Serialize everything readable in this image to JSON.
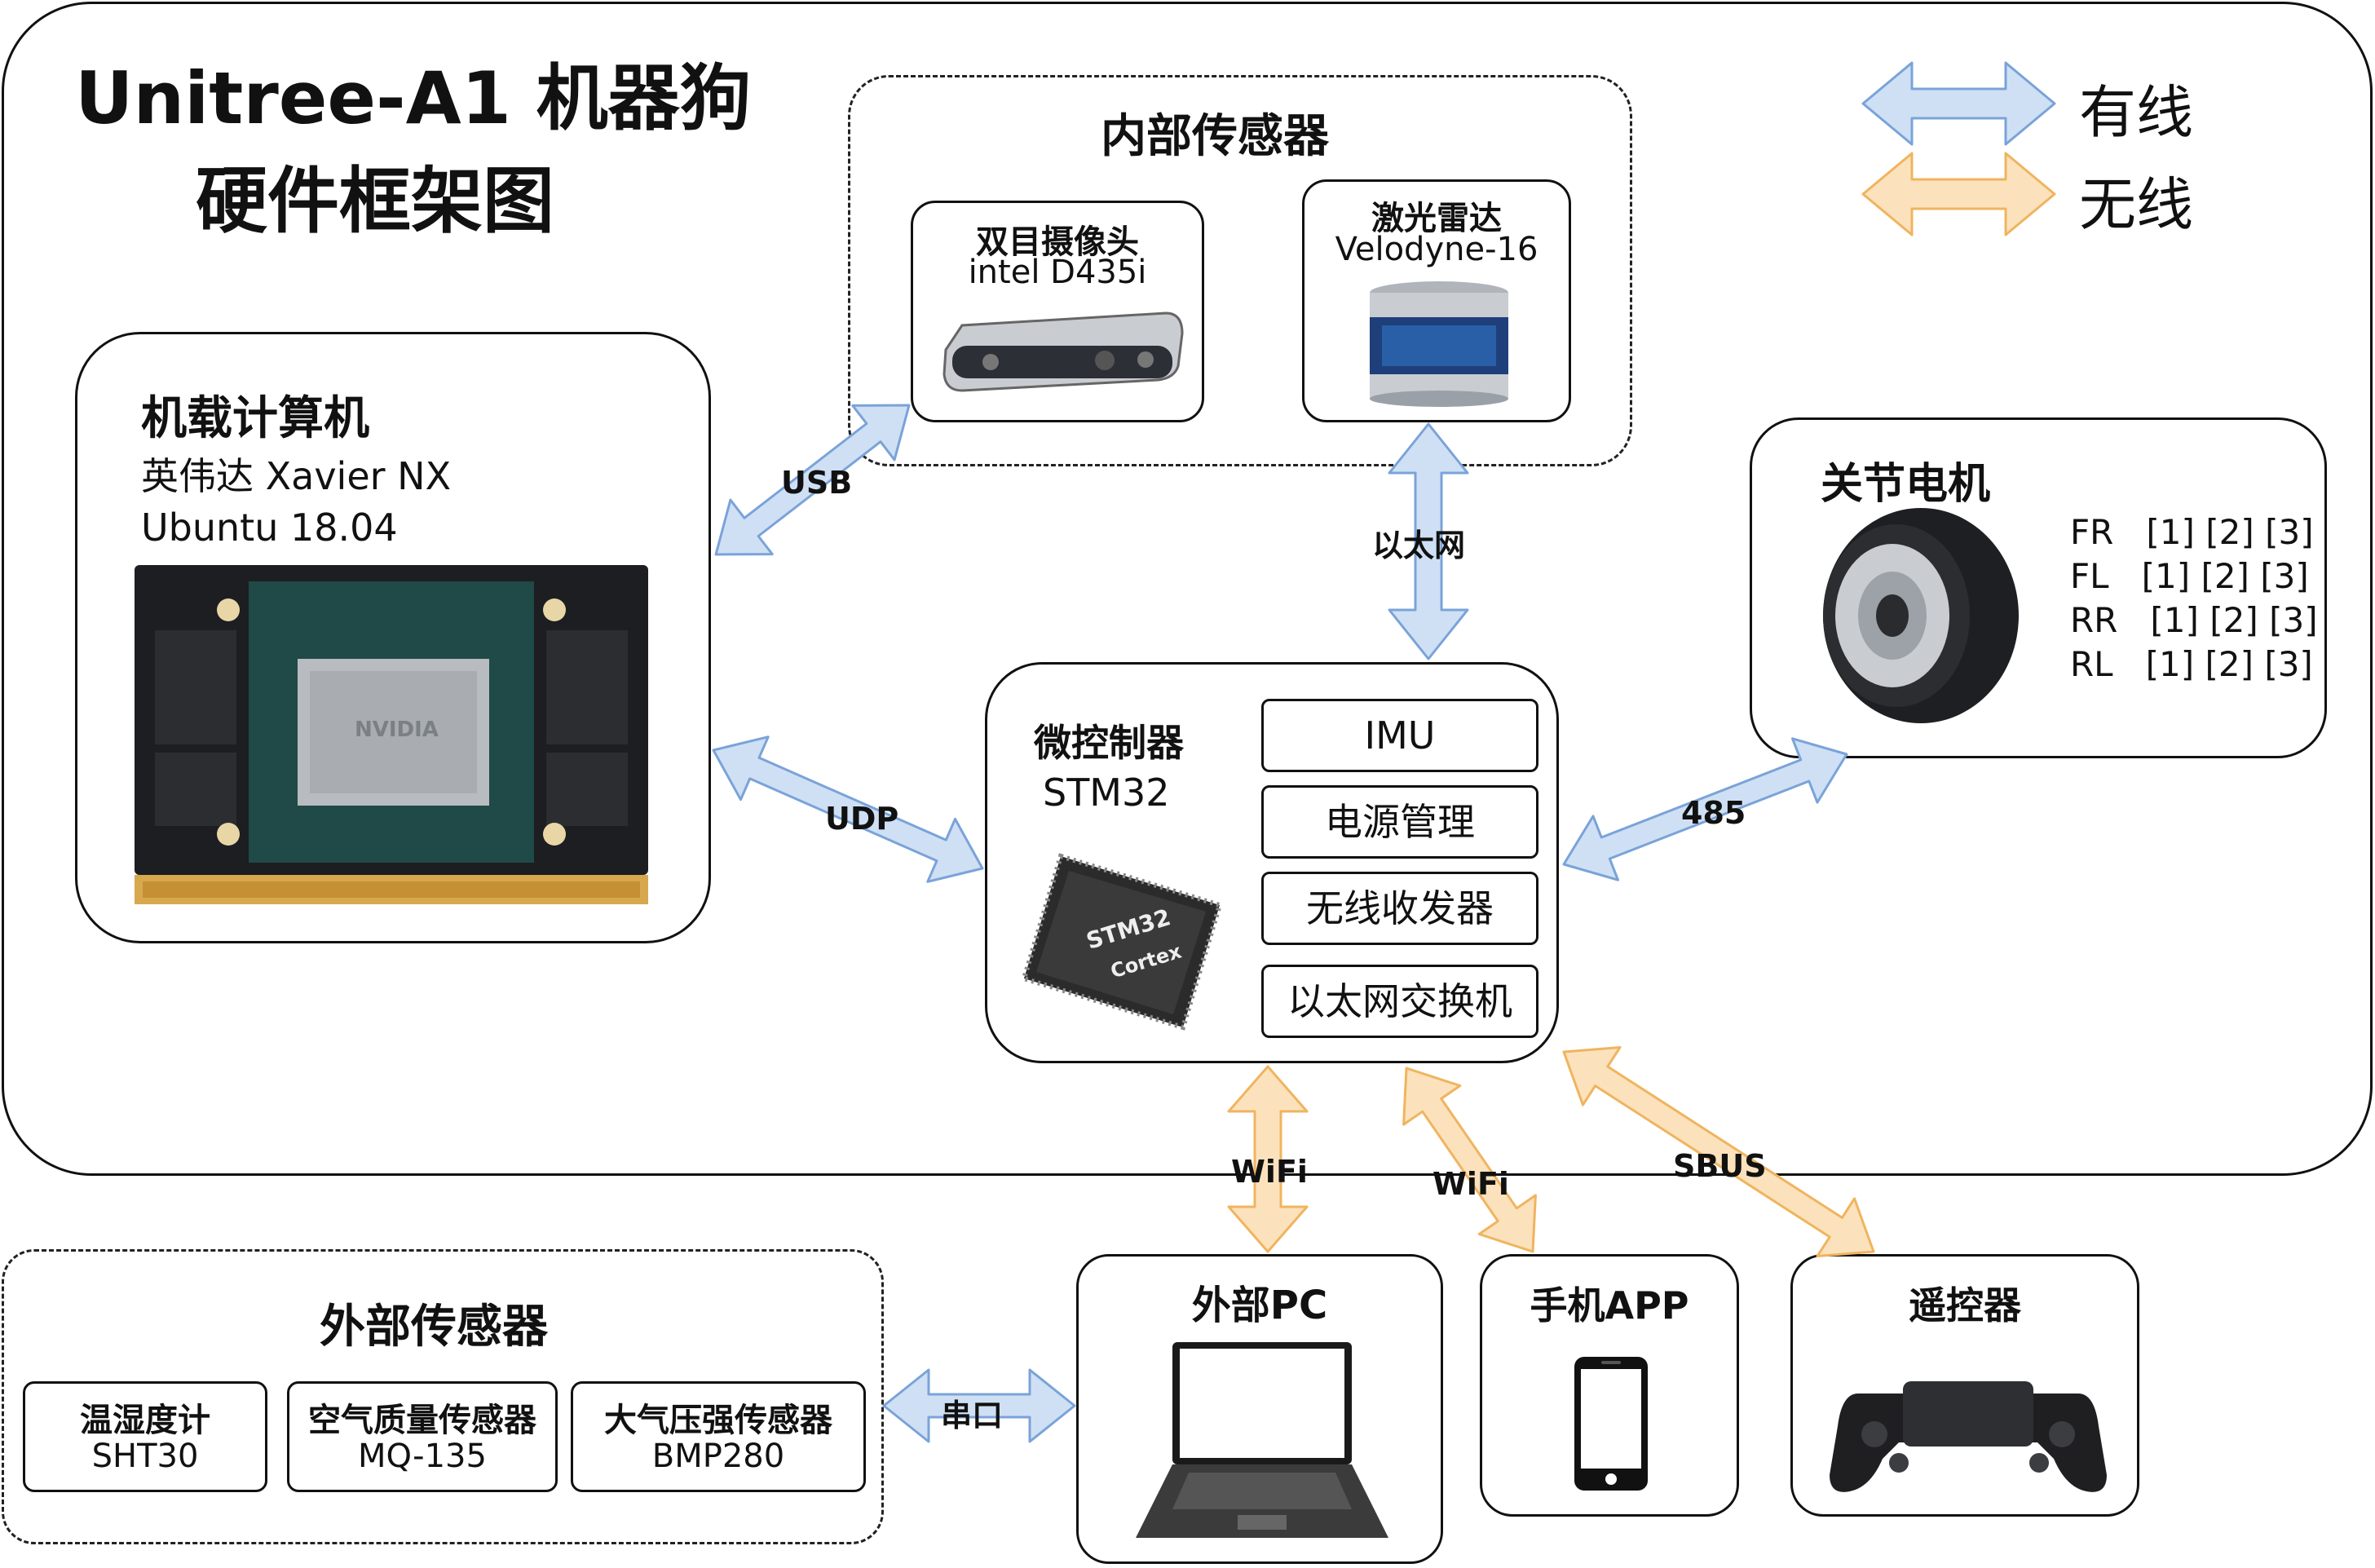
{
  "title": {
    "line1": "Unitree-A1 机器狗",
    "line2": "硬件框架图"
  },
  "legend": {
    "wired": "有线",
    "wireless": "无线",
    "wired_color": "#cfe0f5",
    "wireless_color": "#fbe2bd",
    "wired_stroke": "#7aa3d8",
    "wireless_stroke": "#f0b45e"
  },
  "internal_sensors": {
    "title": "内部传感器",
    "camera": {
      "line1": "双目摄像头",
      "line2": "intel D435i"
    },
    "lidar": {
      "line1": "激光雷达",
      "line2": "Velodyne-16"
    }
  },
  "computer": {
    "title": "机载计算机",
    "line1": "英伟达 Xavier NX",
    "line2": "Ubuntu 18.04",
    "chip_text": "NVIDIA"
  },
  "mcu": {
    "title": "微控制器",
    "model": "STM32",
    "modules": [
      "IMU",
      "电源管理",
      "无线收发器",
      "以太网交换机"
    ],
    "chip_line1": "STM32",
    "chip_line2": "Cortex"
  },
  "motor": {
    "title": "关节电机",
    "rows": [
      "FR   [1] [2] [3]",
      "FL   [1] [2] [3]",
      "RR   [1] [2] [3]",
      "RL   [1] [2] [3]"
    ]
  },
  "links": {
    "usb": "USB",
    "ethernet": "以太网",
    "udp": "UDP",
    "rs485": "485",
    "wifi1": "WiFi",
    "wifi2": "WiFi",
    "sbus": "SBUS",
    "serial": "串口"
  },
  "external_sensors": {
    "title": "外部传感器",
    "items": [
      {
        "line1": "温湿度计",
        "line2": "SHT30"
      },
      {
        "line1": "空气质量传感器",
        "line2": "MQ-135"
      },
      {
        "line1": "大气压强传感器",
        "line2": "BMP280"
      }
    ]
  },
  "external_pc": {
    "title": "外部PC"
  },
  "phone_app": {
    "title": "手机APP"
  },
  "remote": {
    "title": "遥控器"
  }
}
